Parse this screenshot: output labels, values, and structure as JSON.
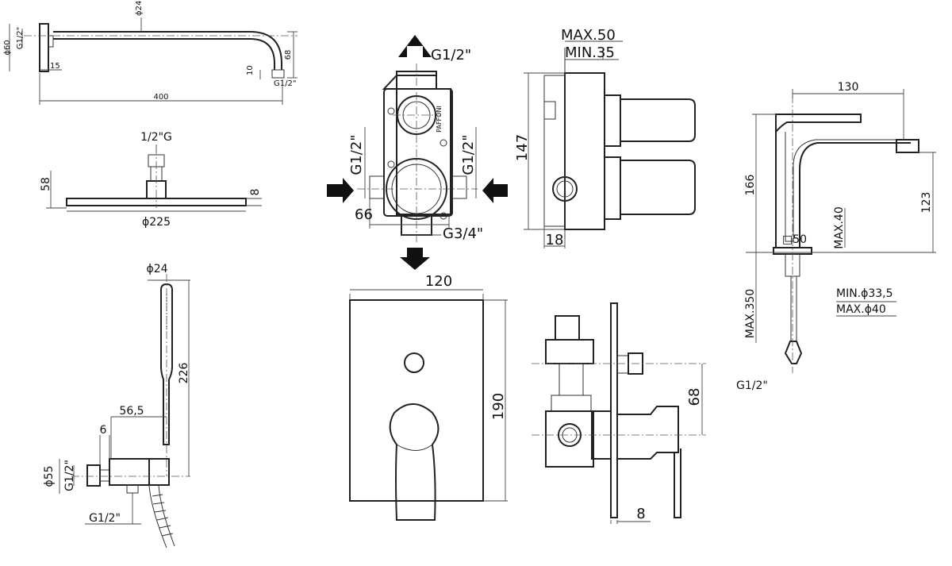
{
  "colors": {
    "line": "#222222",
    "background": "#ffffff",
    "arrow": "#111111"
  },
  "shower_arm": {
    "d_flange": "ϕ60",
    "thread_left": "G1/2\"",
    "d_tube": "ϕ24",
    "flange_w": "15",
    "length": "400",
    "drop": "68",
    "stub": "10",
    "thread_right": "G1/2\""
  },
  "shower_head": {
    "thread": "1/2\"G",
    "height": "58",
    "thickness": "8",
    "diameter": "ϕ225"
  },
  "hand_shower": {
    "d_handle": "ϕ24",
    "length": "226",
    "offset": "56,5",
    "plate": "6",
    "d_plate": "ϕ55",
    "thread_a": "G1/2\"",
    "thread_b": "G1/2\""
  },
  "valve_body": {
    "thread_top": "G1/2\"",
    "thread_left": "G1/2\"",
    "thread_right": "G1/2\"",
    "width_66": "66",
    "thread_bottom": "G3/4\"",
    "logo_text": "PAFFONI"
  },
  "valve_side": {
    "max_depth": "MAX.50",
    "min_depth": "MIN.35",
    "height": "147",
    "offset": "18"
  },
  "cover_plate": {
    "width": "120",
    "height": "190"
  },
  "mixer_side": {
    "handle_drop": "68",
    "plate_th": "8"
  },
  "basin_mixer": {
    "reach": "130",
    "height": "166",
    "spout_h": "123",
    "max_40": "MAX.40",
    "base": "□50",
    "max_350": "MAX.350",
    "min_d": "MIN.ϕ33,5",
    "max_d": "MAX.ϕ40",
    "thread": "G1/2\""
  }
}
